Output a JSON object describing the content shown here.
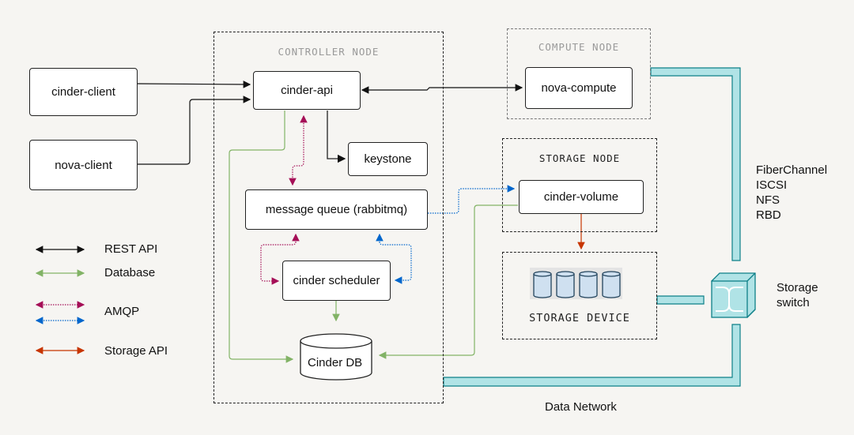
{
  "nodes": {
    "controller": {
      "title": "CONTROLLER NODE"
    },
    "compute": {
      "title": "COMPUTE NODE"
    },
    "storage": {
      "title": "STORAGE NODE"
    },
    "device": {
      "title": "STORAGE DEVICE"
    }
  },
  "components": {
    "cinder_client": "cinder-client",
    "nova_client": "nova-client",
    "cinder_api": "cinder-api",
    "keystone": "keystone",
    "message_queue": "message queue (rabbitmq)",
    "cinder_scheduler": "cinder scheduler",
    "cinder_db": "Cinder DB",
    "nova_compute": "nova-compute",
    "cinder_volume": "cinder-volume"
  },
  "protocols": [
    "FiberChannel",
    "ISCSI",
    "NFS",
    "RBD"
  ],
  "storage_switch": {
    "line1": "Storage",
    "line2": "switch"
  },
  "data_network": "Data Network",
  "legend": {
    "rest_api": {
      "label": "REST API",
      "color": "#111111"
    },
    "database": {
      "label": "Database",
      "color": "#82b366"
    },
    "amqp": {
      "label": "AMQP",
      "colors": [
        "#a50f57",
        "#0066cc"
      ]
    },
    "storage_api": {
      "label": "Storage API",
      "color": "#c73500"
    }
  },
  "colors": {
    "network": "#b0e3e6",
    "network_stroke": "#0e8088",
    "disk_fill": "#cfe0f0",
    "disk_stroke": "#23445d"
  }
}
